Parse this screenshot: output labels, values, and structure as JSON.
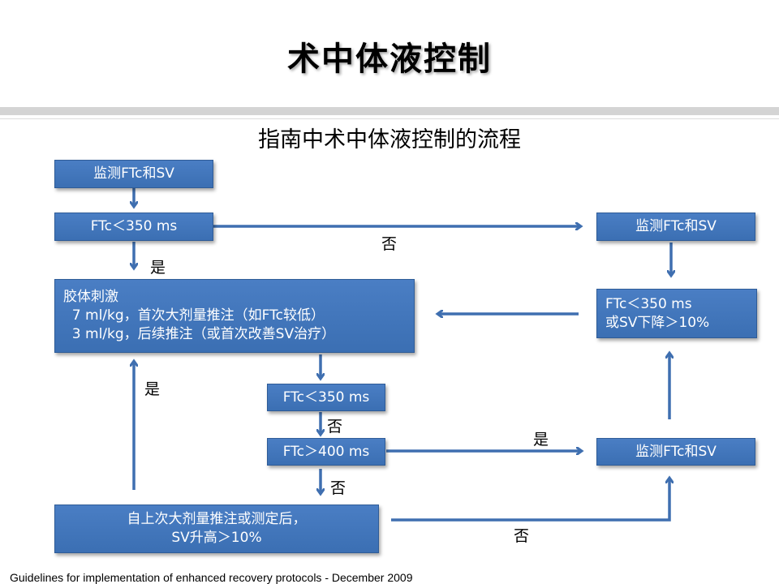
{
  "title": "术中体液控制",
  "subtitle": "指南中术中体液控制的流程",
  "footer": "Guidelines for implementation of enhanced recovery protocols - December 2009",
  "colors": {
    "box_fill": "#3b6fb3",
    "arrow": "#3f6fb0"
  },
  "nodes": {
    "monitor1": "监测FTc和SV",
    "ftc350_1": "FTc＜350 ms",
    "colloid": {
      "line1": "胶体刺激",
      "line2": "  7 ml/kg，首次大剂量推注（如FTc较低）",
      "line3": "  3 ml/kg，后续推注（或首次改善SV治疗）"
    },
    "ftc350_2": "FTc＜350 ms",
    "ftc400": "FTc＞400 ms",
    "sv_rise": {
      "line1": "自上次大剂量推注或测定后，",
      "line2": "SV升高＞10%"
    },
    "monitor_r1": "监测FTc和SV",
    "ftc_or_sv": {
      "line1": "FTc＜350 ms",
      "line2": "或SV下降＞10%"
    },
    "monitor_r2": "监测FTc和SV"
  },
  "labels": {
    "no_top": "否",
    "yes_left_top": "是",
    "yes_left_mid": "是",
    "no_mid1": "否",
    "yes_mid": "是",
    "no_mid2": "否",
    "no_bottom": "否"
  }
}
